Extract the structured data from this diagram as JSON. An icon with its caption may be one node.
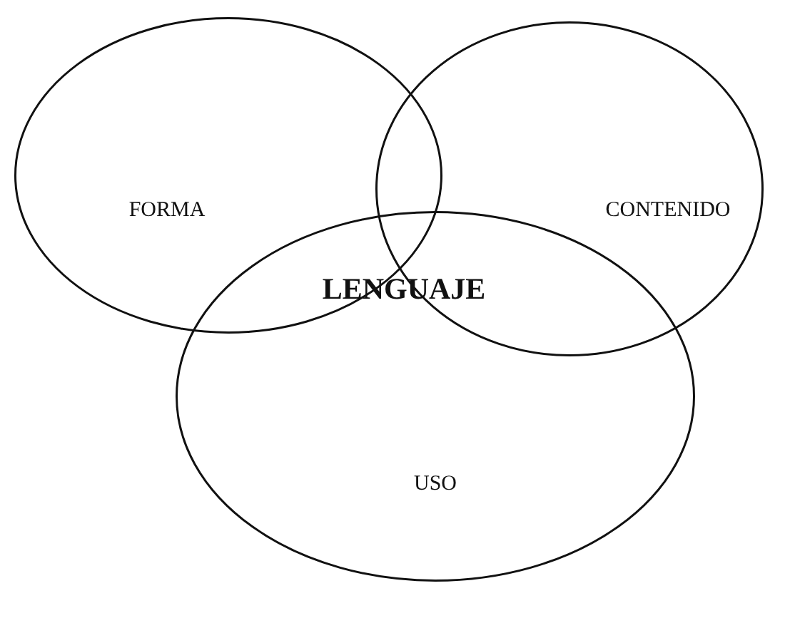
{
  "diagram": {
    "nodes": [
      {
        "text": [
          "FORMA"
        ]
      },
      {
        "text": [
          "CONTENIDO"
        ]
      },
      {
        "text": [
          "USO"
        ]
      }
    ],
    "edges": [],
    "labels": [
      "LENGUAJE"
    ]
  }
}
